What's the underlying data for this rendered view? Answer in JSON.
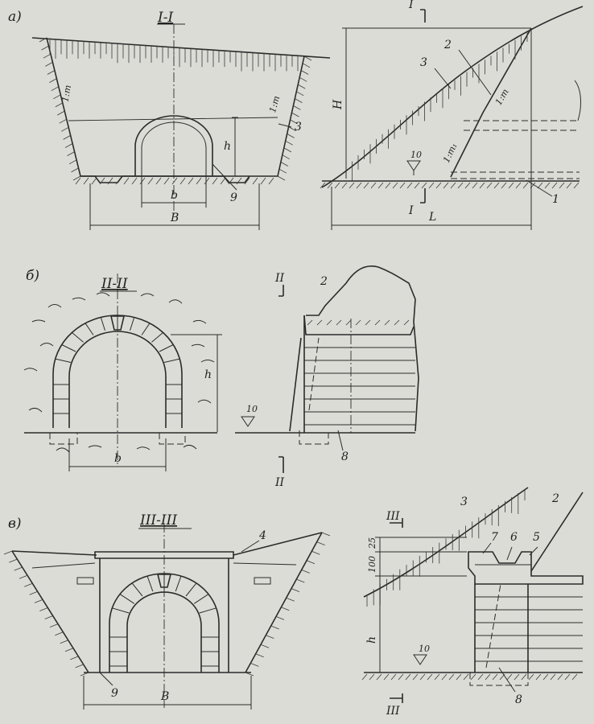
{
  "panels": {
    "a": {
      "tag": "а)",
      "section_title": "I-I",
      "cut_mark": "I",
      "slope_left": "1:m",
      "slope_right": "1:m",
      "slope_side_1": "1:m",
      "slope_side_2": "1:m₁",
      "dims": {
        "h": "h",
        "b": "b",
        "B": "B",
        "H": "H",
        "L": "L"
      },
      "numbers": {
        "n1": "1",
        "n2": "2",
        "n3a": "3",
        "n3b": "3",
        "n9": "9",
        "n10": "10"
      }
    },
    "b": {
      "tag": "б)",
      "section_title": "II-II",
      "cut_mark": "II",
      "dims": {
        "h": "h",
        "b": "b"
      },
      "numbers": {
        "n2": "2",
        "n8": "8",
        "n10": "10"
      }
    },
    "c": {
      "tag": "в)",
      "section_title": "III-III",
      "cut_mark": "III",
      "dims": {
        "B": "B",
        "h": "h",
        "d25": "25",
        "d100": "100"
      },
      "numbers": {
        "n2": "2",
        "n3": "3",
        "n4": "4",
        "n5": "5",
        "n6": "6",
        "n7": "7",
        "n8": "8",
        "n9": "9",
        "n10": "10"
      }
    }
  }
}
